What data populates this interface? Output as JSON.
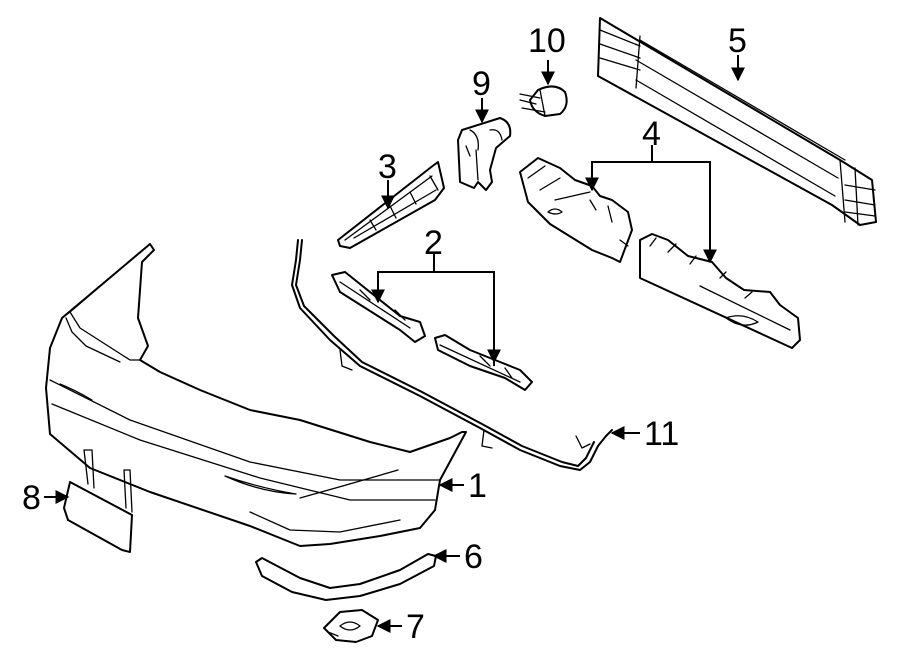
{
  "callouts": [
    {
      "id": "1",
      "part": "bumper-cover"
    },
    {
      "id": "2",
      "part": "bumper-guides"
    },
    {
      "id": "3",
      "part": "side-bracket"
    },
    {
      "id": "4",
      "part": "energy-absorbers"
    },
    {
      "id": "5",
      "part": "impact-bar"
    },
    {
      "id": "6",
      "part": "molding-strip"
    },
    {
      "id": "7",
      "part": "clip-nut"
    },
    {
      "id": "8",
      "part": "tow-hook-cover"
    },
    {
      "id": "9",
      "part": "sensor-bracket"
    },
    {
      "id": "10",
      "part": "park-assist-sensor"
    },
    {
      "id": "11",
      "part": "wiring-harness"
    }
  ]
}
